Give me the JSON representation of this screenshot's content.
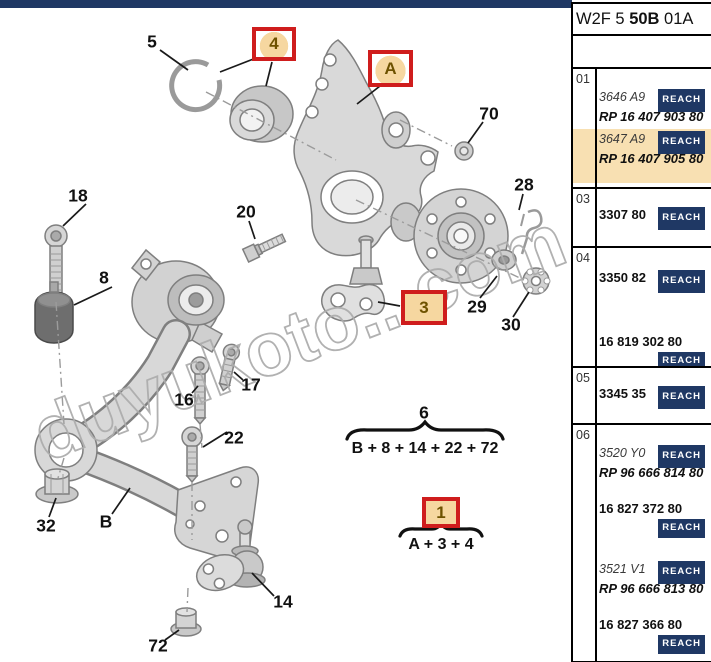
{
  "colors": {
    "navy": "#1f3864",
    "row_highlight": "#f8e0b2",
    "callout_red": "#cf1d1d",
    "callout_tan": "#f6d7a0"
  },
  "diagram": {
    "watermark": "duyukoto...com",
    "callouts": [
      {
        "label": "5"
      },
      {
        "label": "4",
        "boxed": true
      },
      {
        "label": "A",
        "boxed": true
      },
      {
        "label": "70"
      },
      {
        "label": "18"
      },
      {
        "label": "20"
      },
      {
        "label": "28"
      },
      {
        "label": "8"
      },
      {
        "label": "29"
      },
      {
        "label": "30"
      },
      {
        "label": "3",
        "boxed": true
      },
      {
        "label": "17"
      },
      {
        "label": "16"
      },
      {
        "label": "22"
      },
      {
        "label": "32"
      },
      {
        "label": "B"
      },
      {
        "label": "14"
      },
      {
        "label": "72"
      },
      {
        "label": "6"
      },
      {
        "label": "1",
        "boxed": true
      }
    ],
    "groups": [
      {
        "callout": "6",
        "formula": "B + 8 + 14 + 22 + 72"
      },
      {
        "callout": "1",
        "formula": "A + 3 + 4"
      }
    ]
  },
  "table": {
    "header": {
      "prefix": "W2F 5 ",
      "bold": "50B",
      "suffix": " 01A"
    },
    "badge_label": "REACH",
    "sections": [
      {
        "num": "01",
        "entries": [
          {
            "text": "3646 A9",
            "style": "oe",
            "badge": "inline"
          },
          {
            "text": "RP 16 407 903 80",
            "style": "rp"
          },
          {
            "text": "3647 A9",
            "style": "oe",
            "badge": "inline",
            "highlight": true
          },
          {
            "text": "RP 16 407 905 80",
            "style": "rp",
            "highlight": true
          }
        ]
      },
      {
        "num": "03",
        "entries": [
          {
            "text": "3307 80",
            "style": "pn",
            "badge": "inline"
          }
        ]
      },
      {
        "num": "04",
        "entries": [
          {
            "text": "3350 82",
            "style": "pn",
            "badge": "inline"
          },
          {
            "text": "16 819 302 80",
            "style": "pn",
            "badge": "below"
          }
        ]
      },
      {
        "num": "05",
        "entries": [
          {
            "text": "3345 35",
            "style": "pn",
            "badge": "inline"
          }
        ]
      },
      {
        "num": "06",
        "entries": [
          {
            "text": "3520 Y0",
            "style": "oe",
            "badge": "inline"
          },
          {
            "text": "RP 96 666 814 80",
            "style": "rp"
          },
          {
            "text": "16 827 372 80",
            "style": "pn",
            "badge": "below"
          },
          {
            "text": "3521 V1",
            "style": "oe",
            "badge": "inline"
          },
          {
            "text": "RP 96 666 813 80",
            "style": "rp"
          },
          {
            "text": "16 827 366 80",
            "style": "pn",
            "badge": "below"
          }
        ]
      }
    ]
  }
}
